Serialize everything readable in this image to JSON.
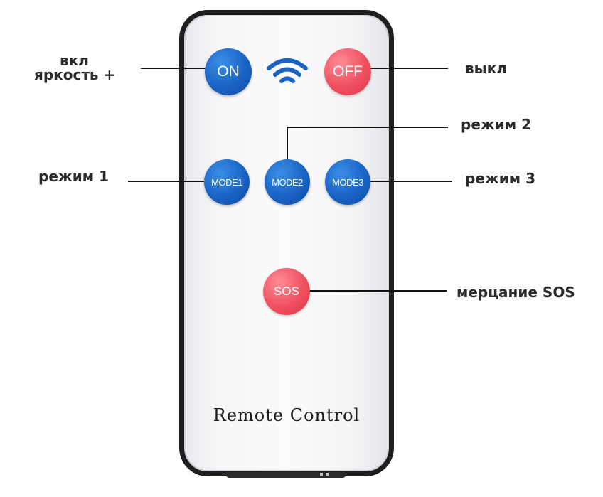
{
  "remote": {
    "buttons": {
      "on": "ON",
      "off": "OFF",
      "mode1": "MODE1",
      "mode2": "MODE2",
      "mode3": "MODE3",
      "sos": "SOS"
    },
    "brand_text": "Remote Control"
  },
  "annotations": {
    "on_line1": "вкл",
    "on_line2": "яркость +",
    "off": "выкл",
    "mode1": "режим 1",
    "mode2": "режим 2",
    "mode3": "режим 3",
    "sos": "мерцание SOS"
  },
  "colors": {
    "blue_button": "#1a63c4",
    "red_button": "#f0505f",
    "wifi_icon": "#1a63c4",
    "body_outline": "#1f1f1f"
  },
  "icons": {
    "signal": "wifi-signal-icon"
  }
}
